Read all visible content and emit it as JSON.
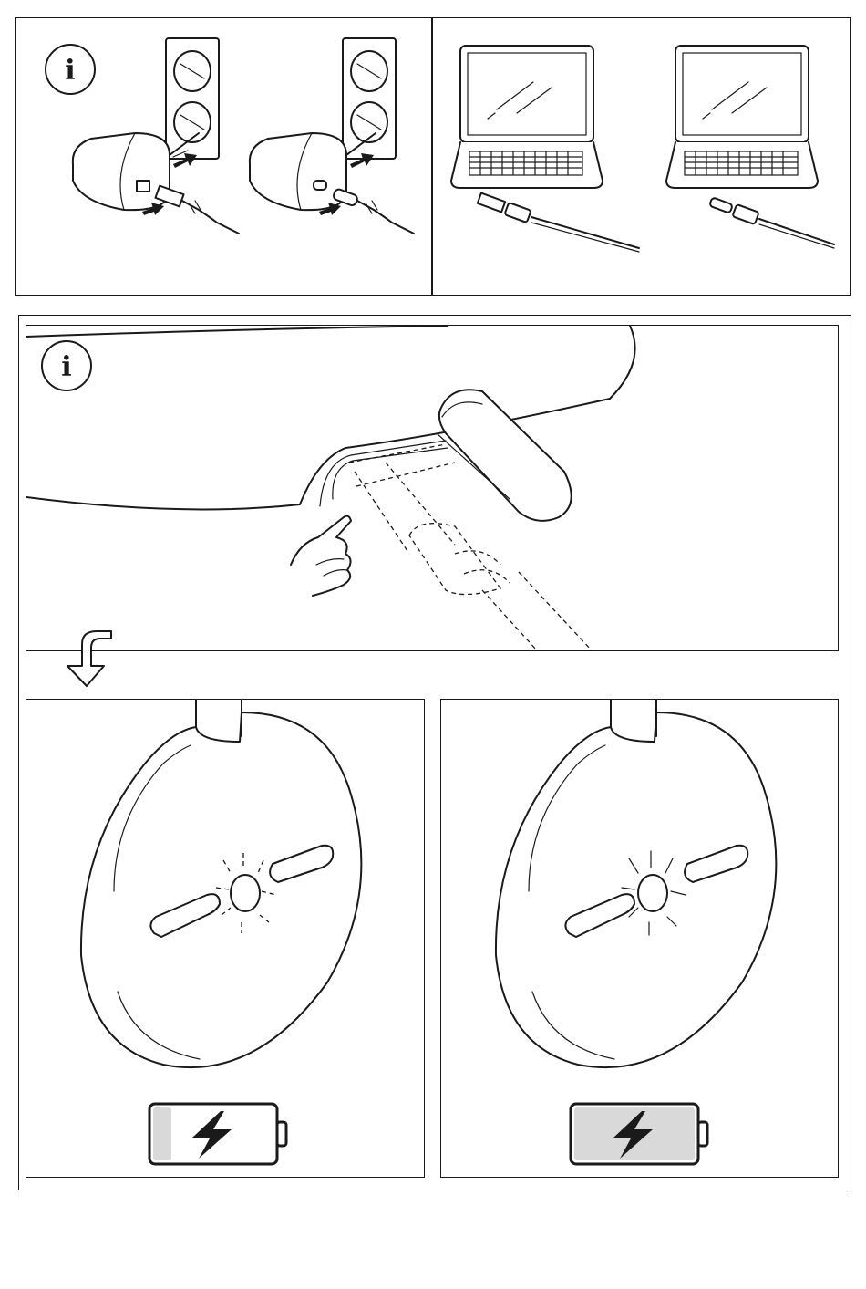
{
  "page": {
    "background": "#ffffff",
    "line_color": "#1a1a1a",
    "battery_fill_color": "#d9d9d9"
  },
  "top_panel": {
    "left": {
      "icon": "info-icon",
      "glyph": "i",
      "scenes": [
        "wall-adapter-usb-a",
        "wall-adapter-usb-c"
      ]
    },
    "right": {
      "scenes": [
        "laptop-usb-a",
        "laptop-usb-c"
      ]
    }
  },
  "bottom_panel": {
    "step_one": {
      "icon": "info-icon",
      "glyph": "i",
      "scene": "plug-in-cable-under-base",
      "hand": "pointing-hand-icon"
    },
    "arrow": "down-arrow-icon",
    "step_two": {
      "left": {
        "scene": "light-blinking",
        "battery_level": 0.15,
        "battery_icon": "battery-charging-icon"
      },
      "right": {
        "scene": "light-steady",
        "battery_level": 1.0,
        "battery_icon": "battery-full-icon"
      }
    }
  }
}
